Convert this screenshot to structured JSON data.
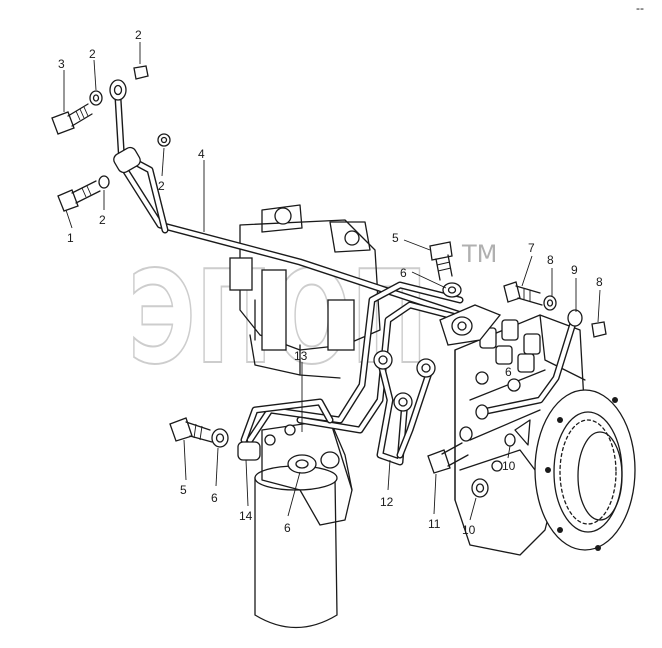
{
  "watermark": {
    "text": "ЭПОП",
    "tm": "TM"
  },
  "corner_mark": "--",
  "callouts": [
    "3",
    "2",
    "2",
    "4",
    "2",
    "1",
    "2",
    "5",
    "6",
    "7",
    "8",
    "9",
    "8",
    "13",
    "6",
    "5",
    "6",
    "14",
    "6",
    "12",
    "11",
    "10",
    "10"
  ]
}
